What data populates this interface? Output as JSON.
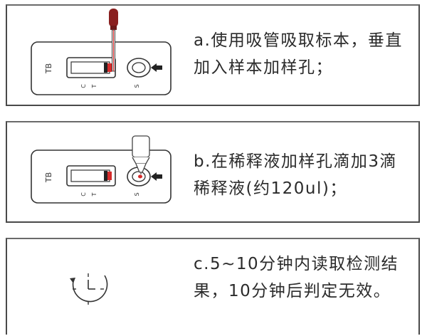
{
  "steps": [
    {
      "cassette_label": "TB",
      "marks": {
        "c": "C",
        "t": "T",
        "s": "S"
      },
      "text": "a.使用吸管吸取标本，垂直加入样本加样孔；",
      "icon": "dropper-sample-icon"
    },
    {
      "cassette_label": "TB",
      "marks": {
        "c": "C",
        "t": "T",
        "s": "S"
      },
      "text": "b.在稀释液加样孔滴加3滴稀释液(约120ul)；",
      "icon": "diluent-bottle-icon"
    },
    {
      "text": "c.5~10分钟内读取检测结果，10分钟后判定无效。",
      "icon": "timer-clock-icon"
    }
  ],
  "colors": {
    "border": "#4a4a4a",
    "text": "#2b2b2b",
    "sample_red": "#d42a2a"
  }
}
